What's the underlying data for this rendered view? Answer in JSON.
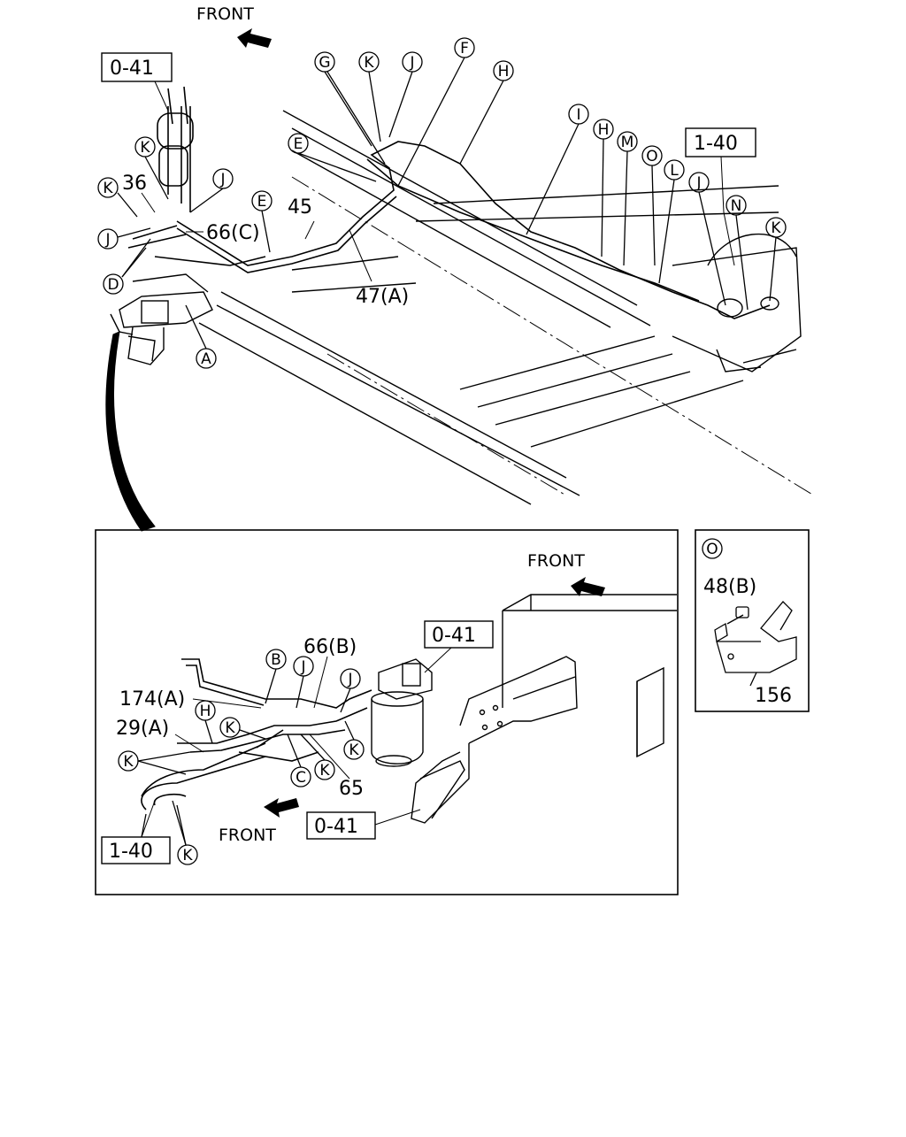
{
  "top": {
    "front": "FRONT",
    "refs": [
      "0-41",
      "1-40"
    ],
    "parts": [
      "36",
      "45",
      "66(C)",
      "47(A)"
    ],
    "letters": [
      "G",
      "K",
      "J",
      "F",
      "H",
      "I",
      "H",
      "M",
      "O",
      "L",
      "J",
      "N",
      "K",
      "K",
      "J",
      "E",
      "E",
      "K",
      "J",
      "D",
      "A"
    ]
  },
  "detail": {
    "front": [
      "FRONT",
      "FRONT"
    ],
    "refs": [
      "0-41",
      "0-41",
      "1-40"
    ],
    "parts": [
      "66(B)",
      "174(A)",
      "29(A)",
      "65"
    ],
    "letters": [
      "B",
      "J",
      "J",
      "H",
      "K",
      "K",
      "C",
      "K",
      "K",
      "K"
    ]
  },
  "inset": {
    "letter": "O",
    "parts": [
      "48(B)",
      "156"
    ]
  }
}
